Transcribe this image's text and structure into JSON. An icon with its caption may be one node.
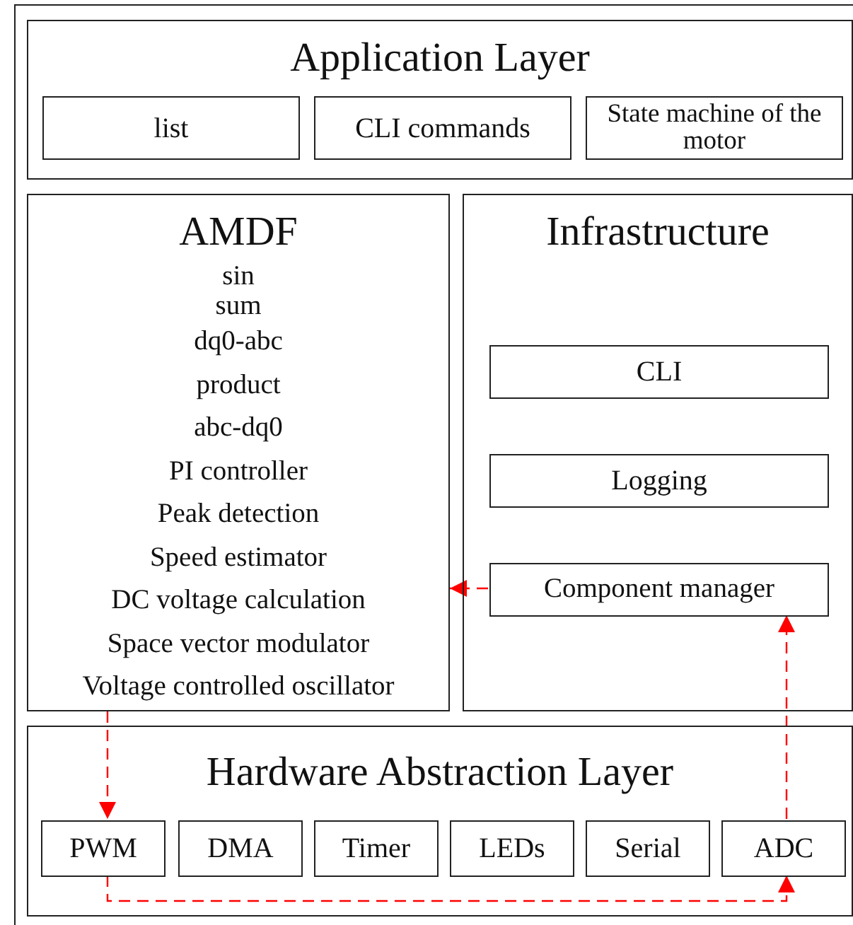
{
  "diagram": {
    "nodes": [
      {
        "text": [
          "Application Layer"
        ]
      },
      {
        "text": [
          "list"
        ],
        "in": 0
      },
      {
        "text": [
          "CLI commands"
        ],
        "in": 0
      },
      {
        "text": [
          "State machine of the motor"
        ],
        "in": 0
      },
      {
        "text": [
          "AMDF",
          "sin",
          "sum",
          "dq0-abc",
          "product",
          "abc-dq0",
          "PI controller",
          "Peak detection",
          "Speed estimator",
          "DC voltage calculation",
          "Space vector modulator",
          "Voltage controlled oscillator"
        ]
      },
      {
        "text": [
          "Infrastructure"
        ]
      },
      {
        "text": [
          "CLI"
        ],
        "in": 5
      },
      {
        "text": [
          "Logging"
        ],
        "in": 5
      },
      {
        "text": [
          "Component manager"
        ],
        "in": 5
      },
      {
        "text": [
          "Hardware Abstraction Layer"
        ]
      },
      {
        "text": [
          "PWM"
        ],
        "in": 9
      },
      {
        "text": [
          "DMA"
        ],
        "in": 9
      },
      {
        "text": [
          "Timer"
        ],
        "in": 9
      },
      {
        "text": [
          "LEDs"
        ],
        "in": 9
      },
      {
        "text": [
          "Serial"
        ],
        "in": 9
      },
      {
        "text": [
          "ADC"
        ],
        "in": 9
      }
    ],
    "edges": [
      {
        "from": 8,
        "to": 4,
        "arrow": "to",
        "style": "dashed",
        "color": "#ff0000"
      },
      {
        "from": 4,
        "to": 10,
        "arrow": "to",
        "style": "dashed",
        "color": "#ff0000"
      },
      {
        "from": 10,
        "to": 15,
        "arrow": "to",
        "style": "dashed",
        "color": "#ff0000"
      },
      {
        "from": 15,
        "to": 8,
        "arrow": "to",
        "style": "dashed",
        "color": "#ff0000"
      }
    ]
  }
}
